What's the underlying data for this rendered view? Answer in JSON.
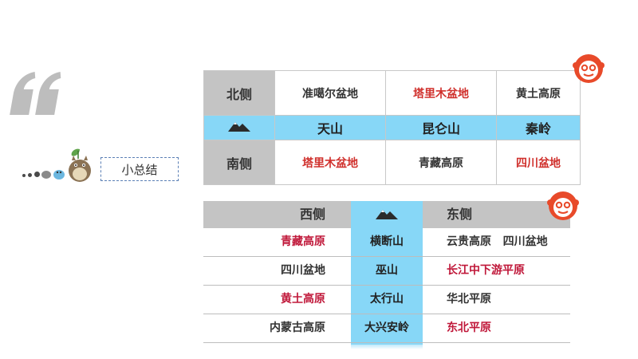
{
  "colors": {
    "header_gray": "#c4c4c4",
    "highlight_blue": "#87d7f7",
    "text_red": "#d0312d",
    "text_crimson": "#c0183a",
    "badge_orange": "#e84a2a"
  },
  "summary": {
    "label": "小总结"
  },
  "table1": {
    "north_label": "北侧",
    "south_label": "南侧",
    "mountain_icon": "mountain-icon",
    "north": [
      "准噶尔盆地",
      "塔里木盆地",
      "黄土高原"
    ],
    "mountains": [
      "天山",
      "昆仑山",
      "秦岭"
    ],
    "south": [
      "塔里木盆地",
      "青藏高原",
      "四川盆地"
    ]
  },
  "table2": {
    "west_label": "西侧",
    "east_label": "东侧",
    "mountain_icon": "mountain-icon",
    "rows": [
      {
        "west": "青藏高原",
        "mountain": "横断山",
        "east": "云贵高原   四川盆地"
      },
      {
        "west": "四川盆地",
        "mountain": "巫山",
        "east": "长江中下游平原"
      },
      {
        "west": "黄土高原",
        "mountain": "太行山",
        "east": "华北平原"
      },
      {
        "west": "内蒙古高原",
        "mountain": "大兴安岭",
        "east": "东北平原"
      }
    ]
  }
}
